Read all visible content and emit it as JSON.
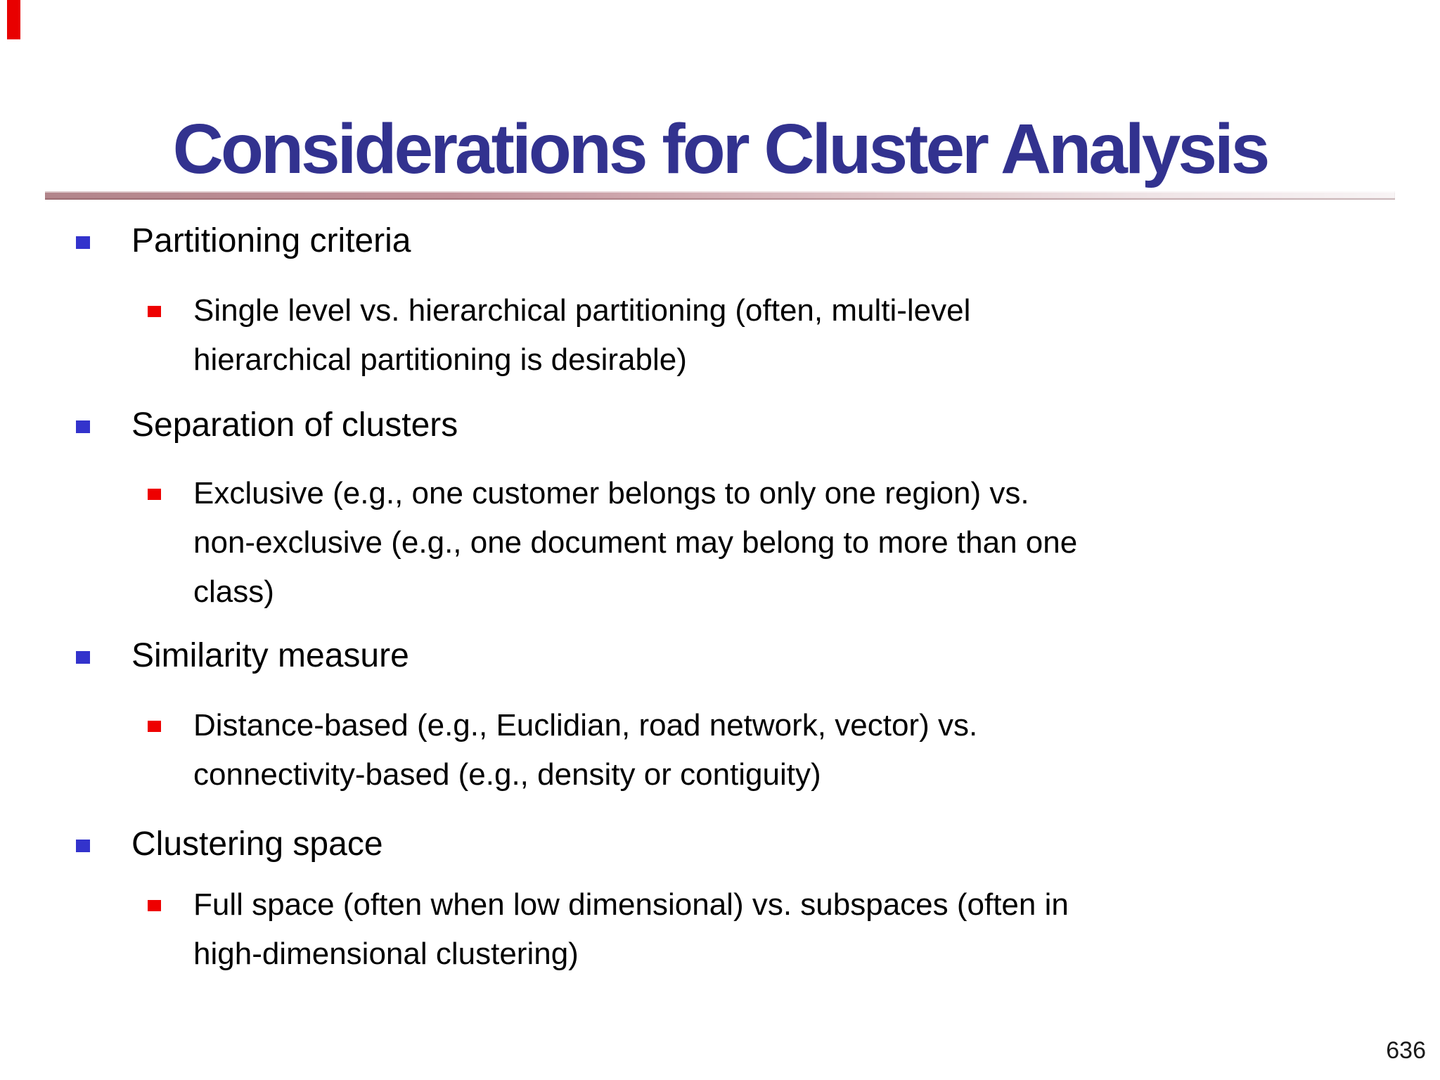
{
  "slide": {
    "title": "Considerations for Cluster Analysis",
    "page_number": "636",
    "colors": {
      "title": "#32328F",
      "bullet_level1": "#3333CC",
      "bullet_level2": "#EE0000",
      "corner_bar": "#E80000",
      "rule_gradient_left": "#B2858B",
      "rule_gradient_right": "#F8F4F5",
      "body_text": "#000000"
    },
    "bullets": [
      {
        "label": "Partitioning criteria",
        "sub": [
          [
            "Single level vs. hierarchical partitioning (often, multi-level",
            "hierarchical partitioning is desirable)"
          ]
        ]
      },
      {
        "label": "Separation of clusters",
        "sub": [
          [
            "Exclusive (e.g., one customer belongs to only one region) vs.",
            "non-exclusive (e.g., one document may belong to more than one",
            "class)"
          ]
        ]
      },
      {
        "label": "Similarity measure",
        "sub": [
          [
            "Distance-based (e.g., Euclidian, road network, vector)  vs.",
            "connectivity-based (e.g., density or contiguity)"
          ]
        ]
      },
      {
        "label": "Clustering space",
        "sub": [
          [
            "Full space (often when low dimensional) vs. subspaces (often in",
            "high-dimensional clustering)"
          ]
        ]
      }
    ]
  }
}
